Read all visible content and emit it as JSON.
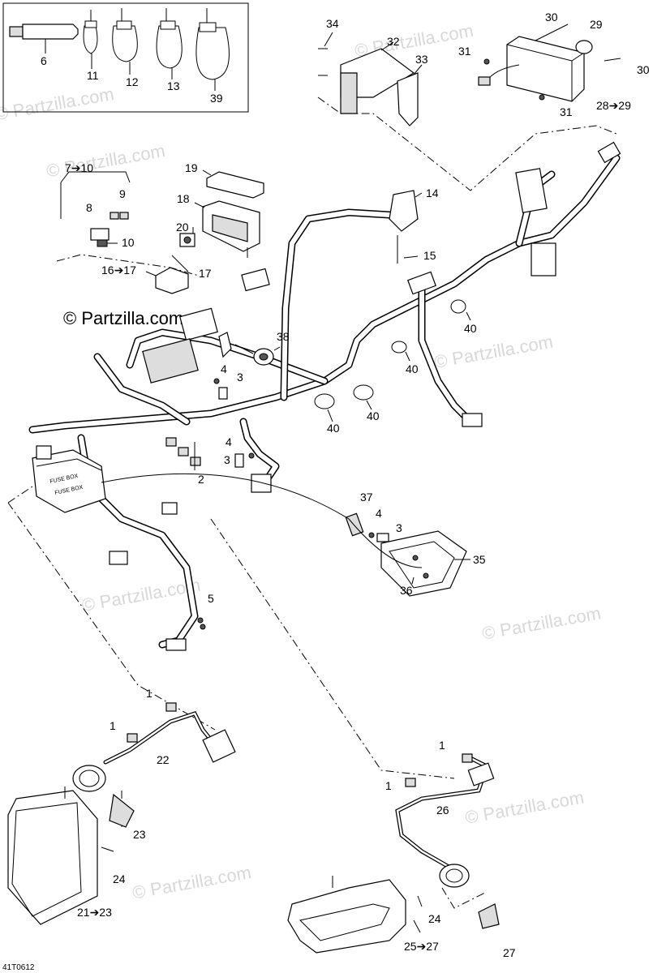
{
  "diagram": {
    "watermark": "© Partzilla.com",
    "copyright": "© Partzilla.com",
    "drawing_code": "41T0612",
    "callouts": [
      {
        "id": "c6",
        "text": "6"
      },
      {
        "id": "c11",
        "text": "11"
      },
      {
        "id": "c12",
        "text": "12"
      },
      {
        "id": "c13",
        "text": "13"
      },
      {
        "id": "c39",
        "text": "39"
      },
      {
        "id": "c34",
        "text": "34"
      },
      {
        "id": "c32",
        "text": "32"
      },
      {
        "id": "c33",
        "text": "33"
      },
      {
        "id": "c30a",
        "text": "30"
      },
      {
        "id": "c29",
        "text": "29"
      },
      {
        "id": "c31a",
        "text": "31"
      },
      {
        "id": "c30b",
        "text": "30"
      },
      {
        "id": "c31b",
        "text": "31"
      },
      {
        "id": "c28",
        "text": "28➔29"
      },
      {
        "id": "c7",
        "text": "7➔10"
      },
      {
        "id": "c9",
        "text": "9"
      },
      {
        "id": "c8",
        "text": "8"
      },
      {
        "id": "c10",
        "text": "10"
      },
      {
        "id": "c19",
        "text": "19"
      },
      {
        "id": "c18",
        "text": "18"
      },
      {
        "id": "c20",
        "text": "20"
      },
      {
        "id": "c17",
        "text": "17"
      },
      {
        "id": "c16",
        "text": "16➔17"
      },
      {
        "id": "c14",
        "text": "14"
      },
      {
        "id": "c15",
        "text": "15"
      },
      {
        "id": "c38",
        "text": "38"
      },
      {
        "id": "c4a",
        "text": "4"
      },
      {
        "id": "c3a",
        "text": "3"
      },
      {
        "id": "c40a",
        "text": "40"
      },
      {
        "id": "c40b",
        "text": "40"
      },
      {
        "id": "c40c",
        "text": "40"
      },
      {
        "id": "c40d",
        "text": "40"
      },
      {
        "id": "c2",
        "text": "2"
      },
      {
        "id": "c4b",
        "text": "4"
      },
      {
        "id": "c3b",
        "text": "3"
      },
      {
        "id": "c37",
        "text": "37"
      },
      {
        "id": "c4c",
        "text": "4"
      },
      {
        "id": "c3c",
        "text": "3"
      },
      {
        "id": "c35",
        "text": "35"
      },
      {
        "id": "c36",
        "text": "36"
      },
      {
        "id": "c5",
        "text": "5"
      },
      {
        "id": "c1a",
        "text": "1"
      },
      {
        "id": "c1b",
        "text": "1"
      },
      {
        "id": "c22",
        "text": "22"
      },
      {
        "id": "c23",
        "text": "23"
      },
      {
        "id": "c24a",
        "text": "24"
      },
      {
        "id": "c21",
        "text": "21➔23"
      },
      {
        "id": "c1c",
        "text": "1"
      },
      {
        "id": "c1d",
        "text": "1"
      },
      {
        "id": "c26",
        "text": "26"
      },
      {
        "id": "c24b",
        "text": "24"
      },
      {
        "id": "c27",
        "text": "27"
      },
      {
        "id": "c25",
        "text": "25➔27"
      }
    ],
    "fuse_box_text": "FUSE BOX"
  }
}
